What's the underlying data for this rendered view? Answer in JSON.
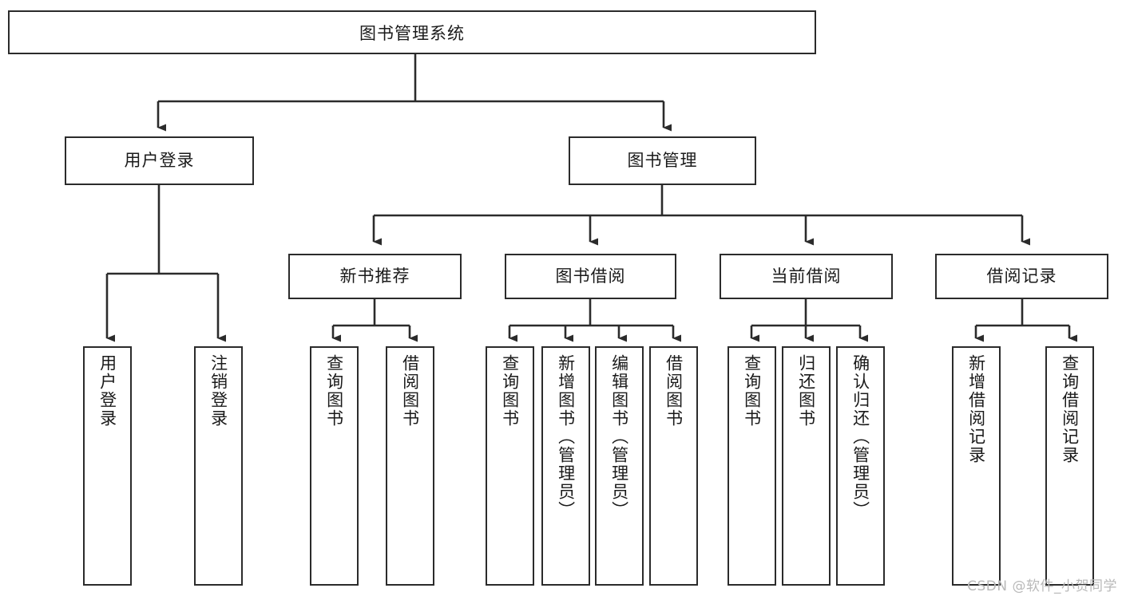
{
  "diagram": {
    "title": "图书管理系统",
    "type": "tree",
    "watermark": "CSDN @软件_小贺同学",
    "stroke_color": "#2b2b2b",
    "fill_color": "#ffffff",
    "text_color": "#1a1a1a",
    "levels": {
      "root": {
        "label": "图书管理系统"
      },
      "level2": [
        {
          "label": "用户登录"
        },
        {
          "label": "图书管理"
        }
      ],
      "level3": [
        {
          "label": "新书推荐"
        },
        {
          "label": "图书借阅"
        },
        {
          "label": "当前借阅"
        },
        {
          "label": "借阅记录"
        }
      ],
      "leaves": {
        "user_login": [
          {
            "label": "用户登录"
          },
          {
            "label": "注销登录"
          }
        ],
        "new_book_recommend": [
          {
            "label": "查询图书"
          },
          {
            "label": "借阅图书"
          }
        ],
        "book_borrow": [
          {
            "label": "查询图书"
          },
          {
            "label": "新增图书（管理员）"
          },
          {
            "label": "编辑图书（管理员）"
          },
          {
            "label": "借阅图书"
          }
        ],
        "current_borrow": [
          {
            "label": "查询图书"
          },
          {
            "label": "归还图书"
          },
          {
            "label": "确认归还（管理员）"
          }
        ],
        "borrow_records": [
          {
            "label": "新增借阅记录"
          },
          {
            "label": "查询借阅记录"
          }
        ]
      }
    }
  }
}
